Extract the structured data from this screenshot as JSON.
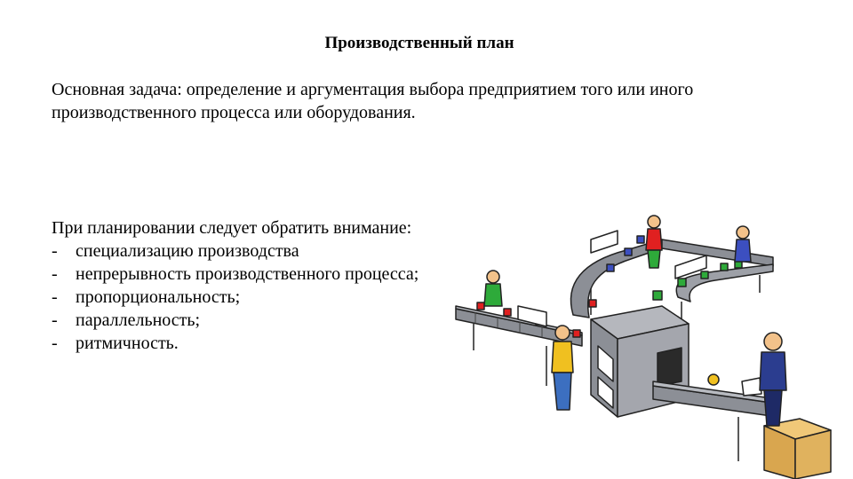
{
  "slide": {
    "title": "Производственный план",
    "task_text": "Основная задача: определение и аргументация выбора предприятием того или иного производственного процесса или оборудования.",
    "attention_heading": "При планировании следует обратить внимание:",
    "bullet_marker": "-",
    "attention_items": [
      "специализацию производства",
      "непрерывность производственного процесса;",
      "пропорциональность;",
      "параллельность;",
      "ритмичность."
    ]
  },
  "illustration": {
    "icon": "production-line-illustration",
    "colors": {
      "conveyor": "#8c8f96",
      "machine": "#9a9ca3",
      "box": "#e0b25e",
      "cube_red": "#e02020",
      "cube_green": "#2eaa3a",
      "cube_blue": "#3c4fc0"
    }
  }
}
